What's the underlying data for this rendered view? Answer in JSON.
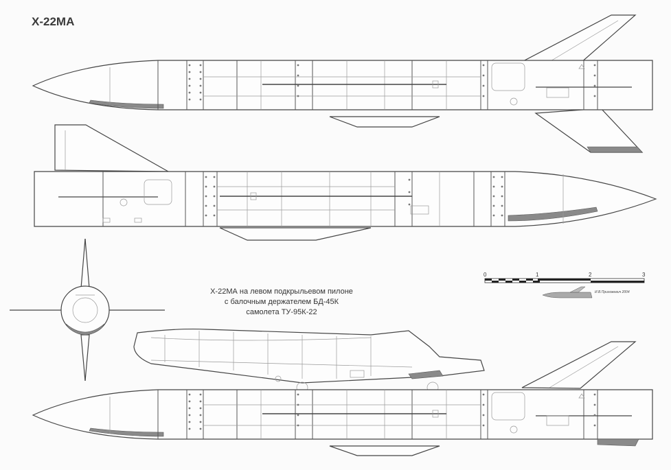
{
  "title": "Х-22МА",
  "caption": {
    "line1": "Х-22МА на  левом подкрыльевом пилоне",
    "line2": "с балочным держателем БД-45К",
    "line3": "самолета  ТУ-95К-22"
  },
  "scale_bar": {
    "ticks": [
      "0",
      "1",
      "2",
      "3"
    ],
    "signature": "И.В.Прихожевич 2004"
  },
  "colors": {
    "line": "#444444",
    "shade": "#8a8a8a",
    "background": "#fbfbfb"
  }
}
